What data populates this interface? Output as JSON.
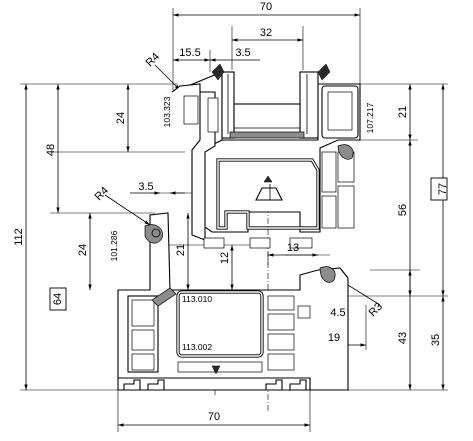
{
  "dimensions": {
    "top_width": "70",
    "inner_width": "32",
    "left_offset": "15.5",
    "small_offset": "3.5",
    "radius_top": "R4",
    "right_top_height": "21",
    "left_top_height": "24",
    "left_height_48": "48",
    "total_height": "112",
    "right_middle": "56",
    "reference_77": "77",
    "small_35": "3.5",
    "radius_left": "R4",
    "left_24": "24",
    "mid_21": "21",
    "mid_12": "12",
    "width_13": "13",
    "width_4_5": "4.5",
    "radius_right": "R3",
    "reference_64": "64",
    "width_19": "19",
    "height_43": "43",
    "height_35": "35",
    "bottom_width": "70"
  },
  "part_codes": {
    "top_left": "103.323",
    "top_right": "107.217",
    "left_mid": "101.286",
    "steel_top": "113.010",
    "steel_bottom": "113.002"
  },
  "colors": {
    "line": "#000000",
    "gasket": "#8c8c8c",
    "seal": "#2a2a2a",
    "background": "#ffffff"
  }
}
